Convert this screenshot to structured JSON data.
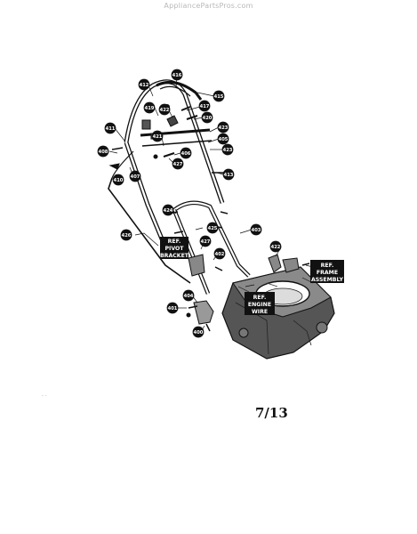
{
  "watermark": "AppliancePartsPros.com",
  "page_code": "7/13",
  "corner_marks": ". .",
  "callouts": [
    {
      "id": "c416",
      "label": "416"
    },
    {
      "id": "c412",
      "label": "412"
    },
    {
      "id": "c415",
      "label": "415"
    },
    {
      "id": "c417",
      "label": "417"
    },
    {
      "id": "c419",
      "label": "419"
    },
    {
      "id": "c422a",
      "label": "422"
    },
    {
      "id": "c420",
      "label": "420"
    },
    {
      "id": "c411",
      "label": "411"
    },
    {
      "id": "c423a",
      "label": "423"
    },
    {
      "id": "c421",
      "label": "421"
    },
    {
      "id": "c405",
      "label": "405"
    },
    {
      "id": "c408",
      "label": "408"
    },
    {
      "id": "c406",
      "label": "406"
    },
    {
      "id": "c423b",
      "label": "423"
    },
    {
      "id": "c427a",
      "label": "427"
    },
    {
      "id": "c407",
      "label": "407"
    },
    {
      "id": "c410",
      "label": "410"
    },
    {
      "id": "c413",
      "label": "413"
    },
    {
      "id": "c424",
      "label": "424"
    },
    {
      "id": "c425",
      "label": "425"
    },
    {
      "id": "c426",
      "label": "426"
    },
    {
      "id": "c403",
      "label": "403"
    },
    {
      "id": "c427b",
      "label": "427"
    },
    {
      "id": "c422b",
      "label": "422"
    },
    {
      "id": "c402",
      "label": "402"
    },
    {
      "id": "c404",
      "label": "404"
    },
    {
      "id": "c401",
      "label": "401"
    },
    {
      "id": "c400",
      "label": "400"
    }
  ],
  "ref_labels": {
    "pivot": [
      "REF.",
      "PIVOT",
      "BRACKET"
    ],
    "frame": [
      "REF.",
      "FRAME",
      "ASSEMBLY"
    ],
    "engine": [
      "REF.",
      "ENGINE",
      "WIRE"
    ]
  }
}
